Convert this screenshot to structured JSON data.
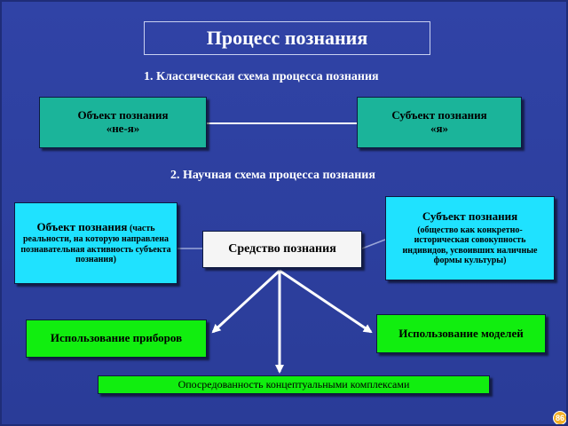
{
  "title": "Процесс познания",
  "classic": {
    "heading": "1. Классическая схема процесса познания",
    "object_line1": "Объект познания",
    "object_line2": "«не-я»",
    "subject_line1": "Субъект познания",
    "subject_line2": "«я»"
  },
  "scientific": {
    "heading": "2. Научная схема процесса познания",
    "object_title": "Объект познания",
    "object_note_inline": "(часть",
    "object_note_rest": "реальности, на которую направлена познавательная активность субъекта познания)",
    "subject_title": "Субъект познания",
    "subject_note": "(общество как конкретно-историческая совокупность индивидов, усвоивших наличные формы культуры)",
    "means": "Средство познания",
    "instruments": "Использование приборов",
    "models": "Использование моделей",
    "mediation": "Опосредованность концептуальными комплексами"
  },
  "page_number": "86"
}
